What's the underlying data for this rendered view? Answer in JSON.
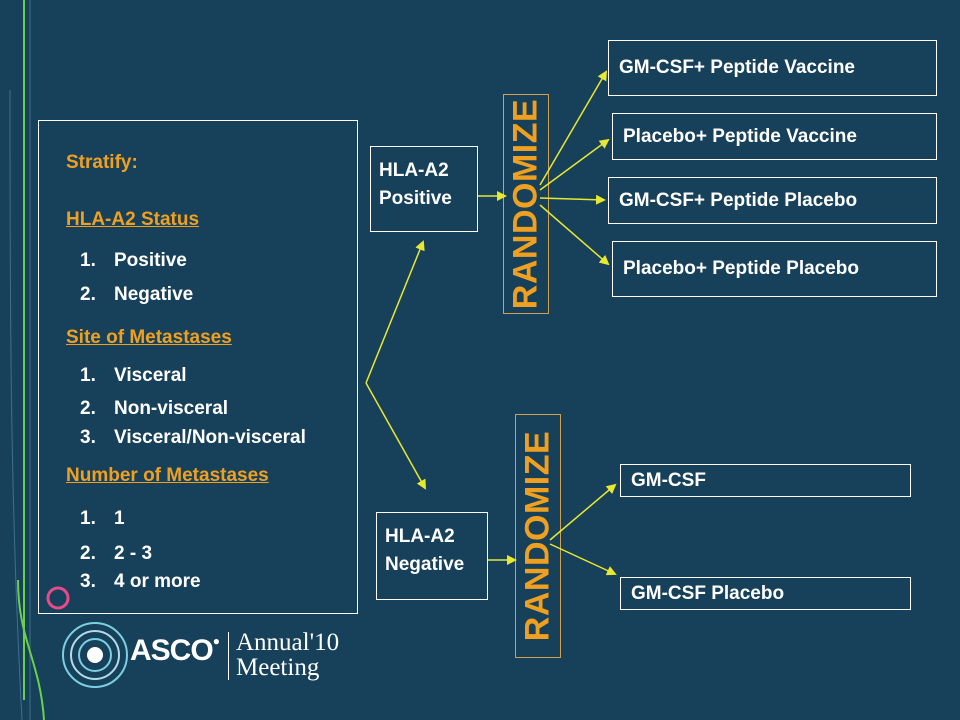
{
  "stratify": {
    "heading": "Stratify:",
    "hla_status": {
      "heading": "HLA-A2 Status",
      "items": [
        {
          "num": "1.",
          "text": "Positive"
        },
        {
          "num": "2.",
          "text": "Negative"
        }
      ]
    },
    "site": {
      "heading": "Site of Metastases",
      "items": [
        {
          "num": "1.",
          "text": "Visceral"
        },
        {
          "num": "2.",
          "text": "Non-visceral"
        },
        {
          "num": "3.",
          "text": "Visceral/Non-visceral"
        }
      ]
    },
    "number": {
      "heading": "Number of Metastases",
      "items": [
        {
          "num": "1.",
          "text": "1"
        },
        {
          "num": "2.",
          "text": "2 - 3"
        },
        {
          "num": "3.",
          "text": "4 or more"
        }
      ]
    }
  },
  "hla_positive": {
    "line1": "HLA-A2",
    "line2": "Positive"
  },
  "hla_negative": {
    "line1": "HLA-A2",
    "line2": "Negative"
  },
  "randomize_label": "RANDOMIZE",
  "positive_arms": [
    "GM-CSF+ Peptide Vaccine",
    "Placebo+ Peptide Vaccine",
    "GM-CSF+ Peptide Placebo",
    "Placebo+ Peptide Placebo"
  ],
  "negative_arms": [
    "GM-CSF",
    "GM-CSF Placebo"
  ],
  "logo": {
    "brand": "ASCO",
    "annual": "Annual",
    "year": "'10",
    "meeting": "Meeting"
  },
  "colors": {
    "background": "#17405a",
    "accent": "#f0a020",
    "arrow": "#e8e830",
    "decor": "#6ad04a"
  }
}
